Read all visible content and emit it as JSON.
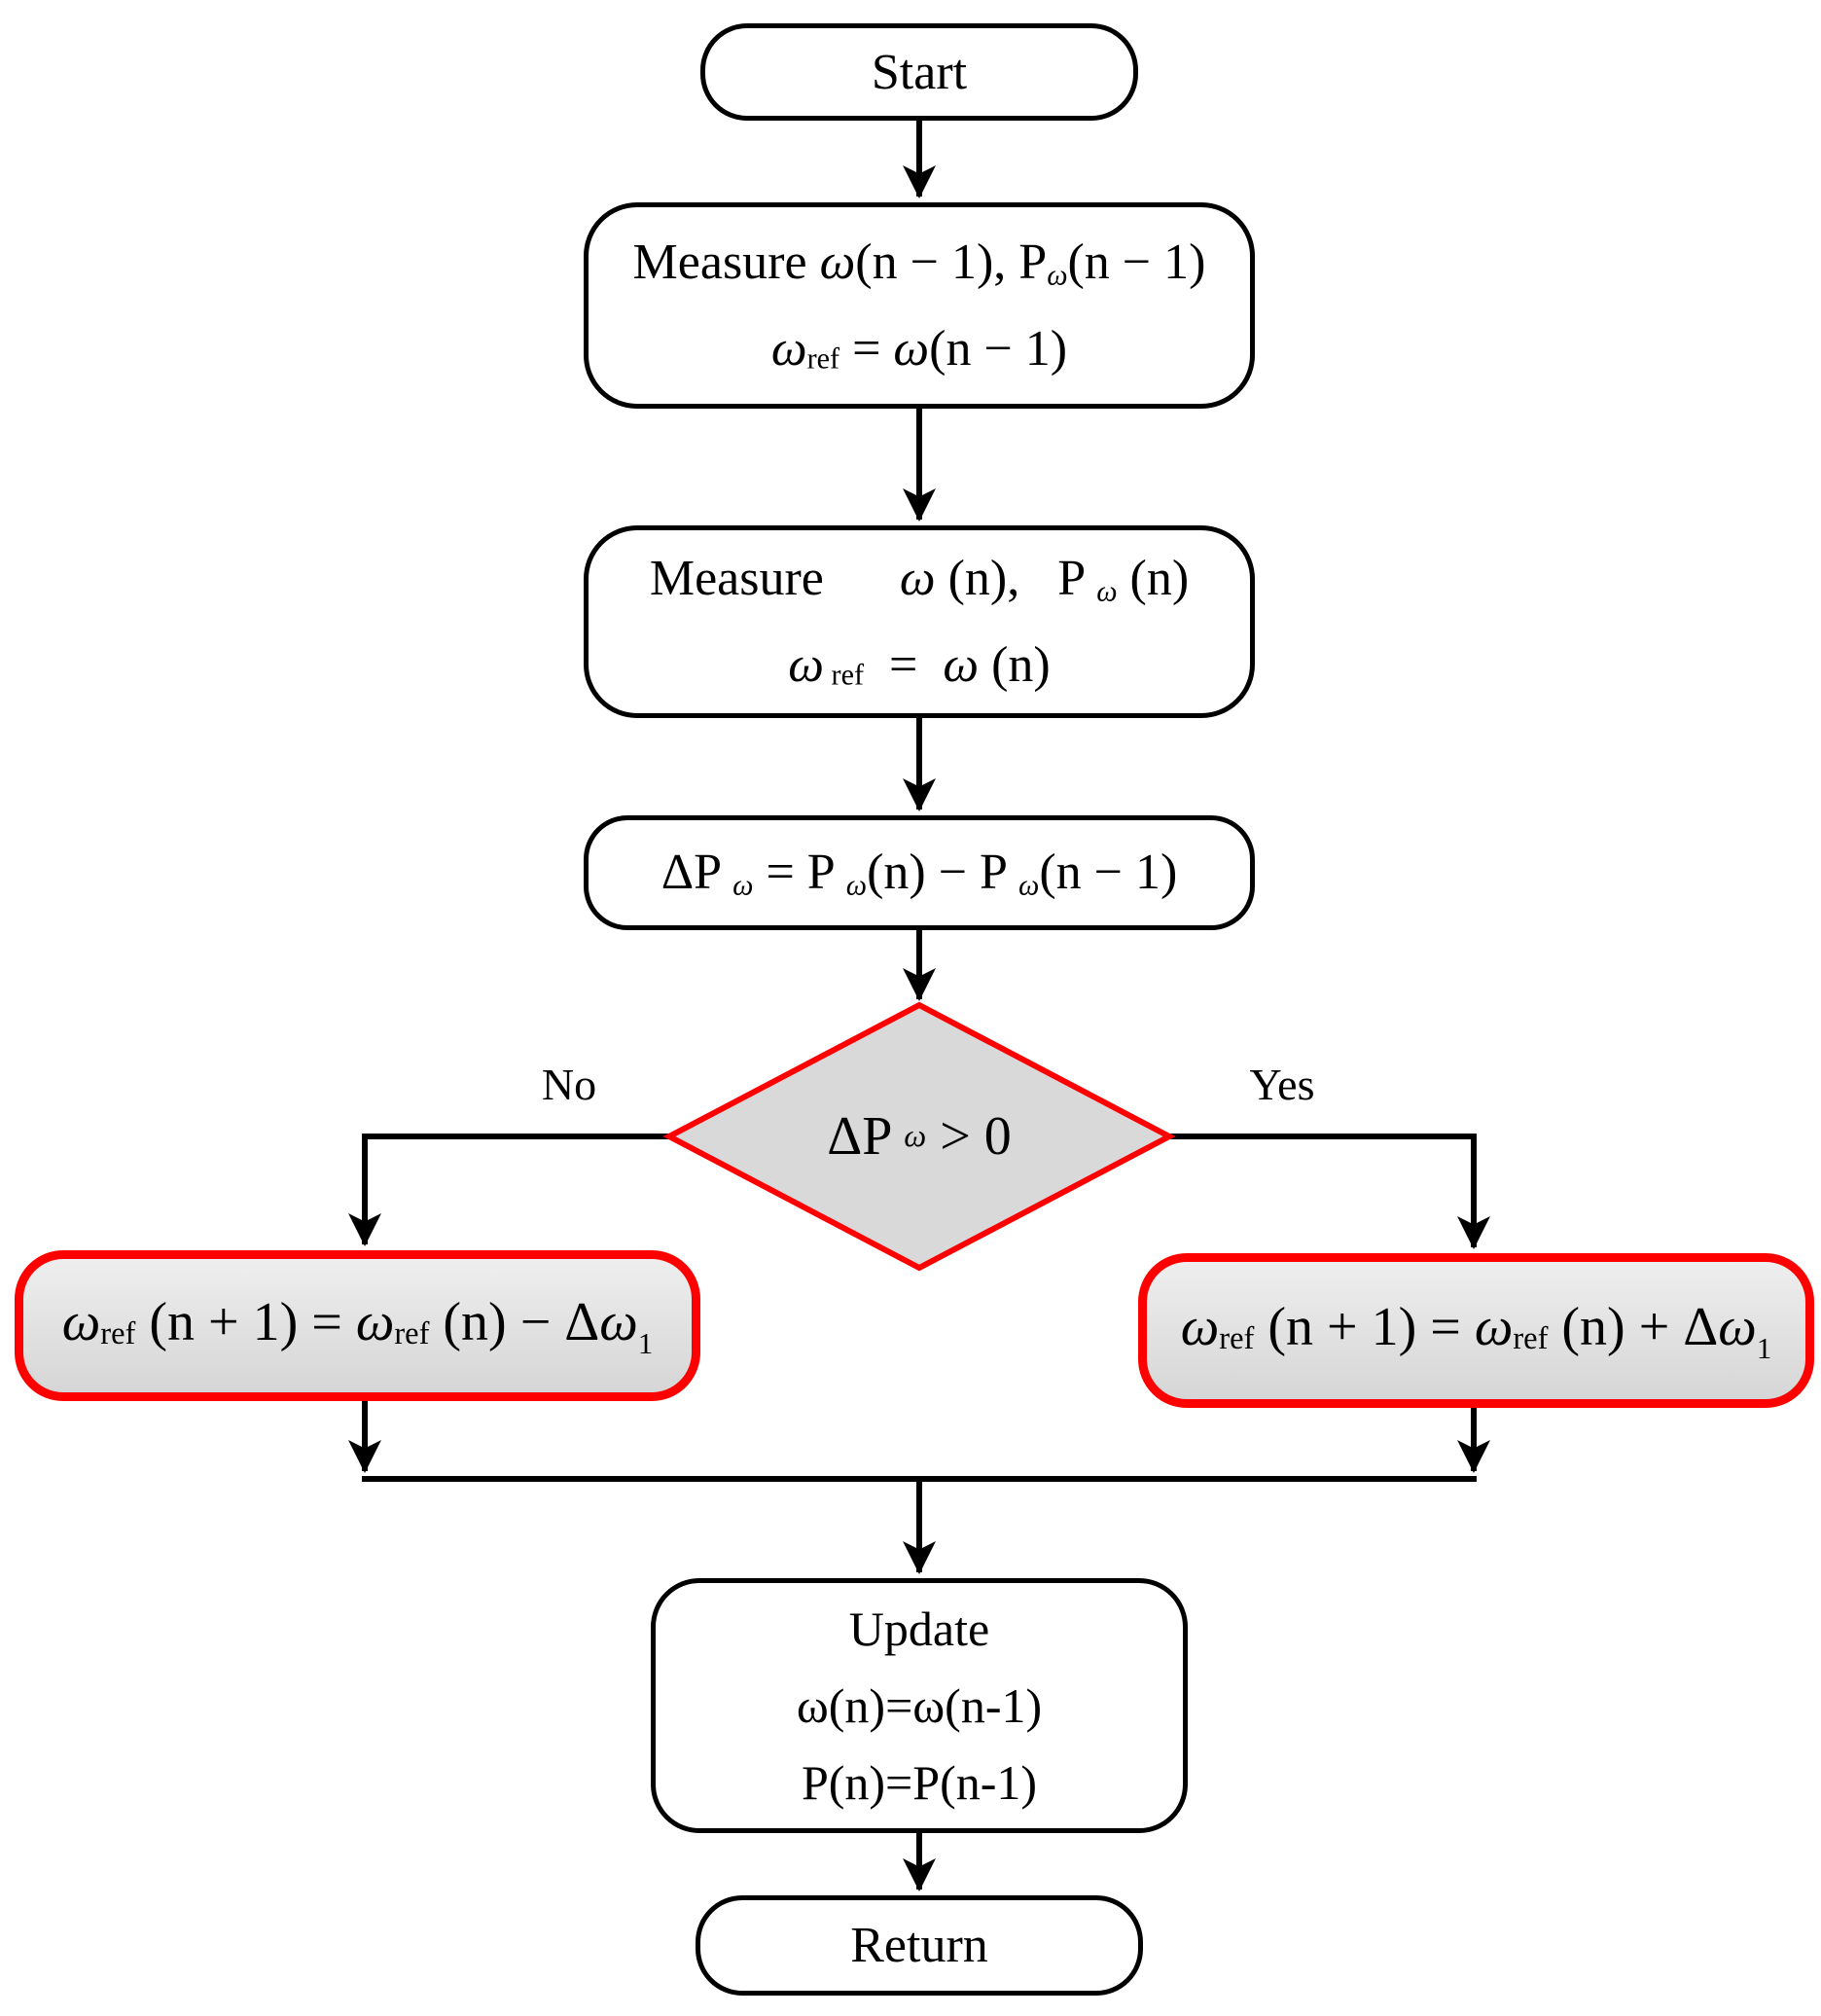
{
  "colors": {
    "accent_red": "#ff0000",
    "node_fill_gray": "#d9d9d9",
    "line_black": "#000000",
    "background": "#ffffff"
  },
  "branch_labels": {
    "no": "No",
    "yes": "Yes"
  },
  "nodes": {
    "start": {
      "label": "Start"
    },
    "measure_prev": {
      "line1": [
        {
          "t": "Measure "
        },
        {
          "t": "ω",
          "s": "i"
        },
        {
          "t": "(n − 1), P"
        },
        {
          "t": "ω",
          "s": "subi"
        },
        {
          "t": "(n − 1)"
        }
      ],
      "line2": [
        {
          "t": "ω",
          "s": "i"
        },
        {
          "t": "ref",
          "s": "sub"
        },
        {
          "t": " = "
        },
        {
          "t": "ω",
          "s": "i"
        },
        {
          "t": "(n − 1)"
        }
      ]
    },
    "measure_cur": {
      "line1": [
        {
          "t": "Measure      "
        },
        {
          "t": "ω",
          "s": "i"
        },
        {
          "t": " (n),   P "
        },
        {
          "t": "ω",
          "s": "subi"
        },
        {
          "t": " (n)"
        }
      ],
      "line2": [
        {
          "t": "ω",
          "s": "i"
        },
        {
          "t": " ref",
          "s": "sub"
        },
        {
          "t": "  =  "
        },
        {
          "t": "ω",
          "s": "i"
        },
        {
          "t": " (n)"
        }
      ]
    },
    "delta_power": {
      "line": [
        {
          "t": "ΔP "
        },
        {
          "t": "ω",
          "s": "subi"
        },
        {
          "t": " = P "
        },
        {
          "t": "ω",
          "s": "subi"
        },
        {
          "t": "(n) − P "
        },
        {
          "t": "ω",
          "s": "subi"
        },
        {
          "t": "(n − 1)"
        }
      ]
    },
    "decision": {
      "line": [
        {
          "t": "ΔP "
        },
        {
          "t": "ω",
          "s": "subi"
        },
        {
          "t": " > 0"
        }
      ]
    },
    "decrease_ref": {
      "line": [
        {
          "t": "ω",
          "s": "i"
        },
        {
          "t": "ref",
          "s": "sub"
        },
        {
          "t": " (n + 1) = "
        },
        {
          "t": "ω",
          "s": "i"
        },
        {
          "t": "ref",
          "s": "sub"
        },
        {
          "t": " (n) − Δ"
        },
        {
          "t": "ω",
          "s": "i"
        },
        {
          "t": "1",
          "s": "sub1"
        }
      ]
    },
    "increase_ref": {
      "line": [
        {
          "t": "ω",
          "s": "i"
        },
        {
          "t": "ref",
          "s": "sub"
        },
        {
          "t": " (n + 1) = "
        },
        {
          "t": "ω",
          "s": "i"
        },
        {
          "t": "ref",
          "s": "sub"
        },
        {
          "t": " (n) + Δ"
        },
        {
          "t": "ω",
          "s": "i"
        },
        {
          "t": "1",
          "s": "sub1"
        }
      ]
    },
    "update": {
      "line1": "Update",
      "line2": "ω(n)=ω(n-1)",
      "line3": "P(n)=P(n-1)"
    },
    "return": {
      "label": "Return"
    }
  }
}
